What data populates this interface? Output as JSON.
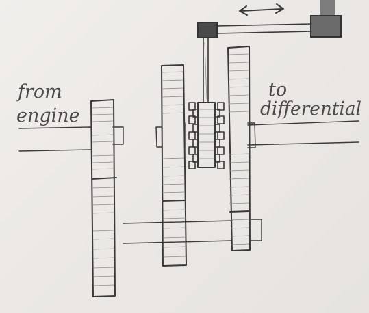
{
  "labels": {
    "from_line1": "from",
    "from_line2": "engine",
    "to_line1": "to",
    "to_line2": "differential"
  },
  "colors": {
    "paper": "#ece9e6",
    "pencil": "#3a3a3a",
    "hatch": "#8a8a8a"
  }
}
